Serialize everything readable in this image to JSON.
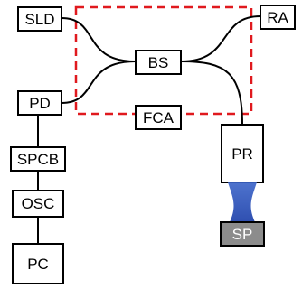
{
  "labels": {
    "sld": "SLD",
    "ra": "RA",
    "bs": "BS",
    "pd": "PD",
    "fca": "FCA",
    "pr": "PR",
    "spcb": "SPCB",
    "osc": "OSC",
    "pc": "PC",
    "sp": "SP"
  },
  "colors": {
    "dashed_box": "#e0191e",
    "beam": "#3a63c8",
    "sample": "#8c8c8c"
  }
}
